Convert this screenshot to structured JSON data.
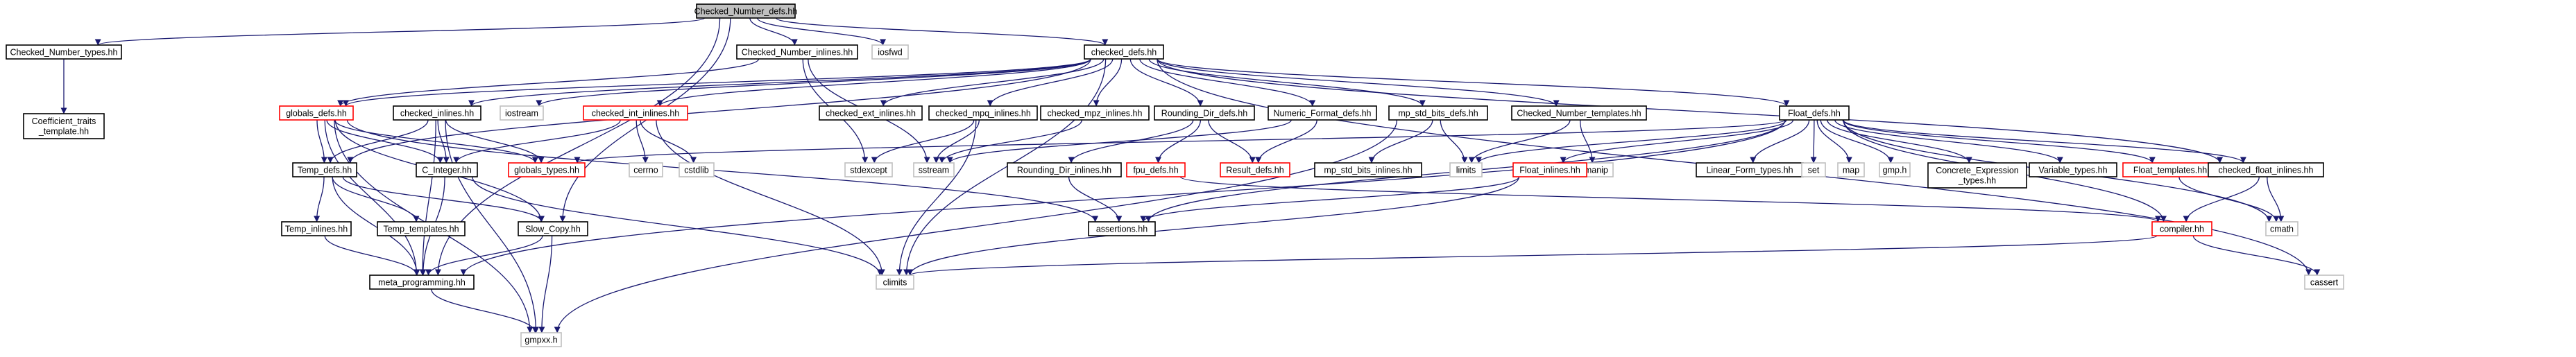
{
  "graph": {
    "edge_color": "#191970",
    "styles": {
      "root": {
        "fill": "#bfbfbf",
        "stroke": "#000000"
      },
      "doc": {
        "fill": "#ffffff",
        "stroke": "#000000"
      },
      "undoc": {
        "fill": "#ffffff",
        "stroke": "#ff0000"
      },
      "sys": {
        "fill": "#ffffff",
        "stroke": "#bfbfbf"
      }
    },
    "nodes": [
      {
        "id": "checked_number_defs",
        "label": "Checked_Number_defs.hh",
        "style": "root"
      },
      {
        "id": "checked_number_types",
        "label": "Checked_Number_types.hh",
        "style": "doc"
      },
      {
        "id": "coefficient_traits_template",
        "label": "Coefficient_traits\n_template.hh",
        "style": "doc"
      },
      {
        "id": "checked_number_inlines",
        "label": "Checked_Number_inlines.hh",
        "style": "doc"
      },
      {
        "id": "iosfwd",
        "label": "iosfwd",
        "style": "sys"
      },
      {
        "id": "checked_defs",
        "label": "checked_defs.hh",
        "style": "doc"
      },
      {
        "id": "globals_defs",
        "label": "globals_defs.hh",
        "style": "undoc"
      },
      {
        "id": "checked_inlines",
        "label": "checked_inlines.hh",
        "style": "doc"
      },
      {
        "id": "iostream",
        "label": "iostream",
        "style": "sys"
      },
      {
        "id": "checked_int_inlines",
        "label": "checked_int_inlines.hh",
        "style": "undoc"
      },
      {
        "id": "checked_ext_inlines",
        "label": "checked_ext_inlines.hh",
        "style": "doc"
      },
      {
        "id": "checked_mpq_inlines",
        "label": "checked_mpq_inlines.hh",
        "style": "doc"
      },
      {
        "id": "checked_mpz_inlines",
        "label": "checked_mpz_inlines.hh",
        "style": "doc"
      },
      {
        "id": "rounding_dir_defs",
        "label": "Rounding_Dir_defs.hh",
        "style": "doc"
      },
      {
        "id": "numeric_format_defs",
        "label": "Numeric_Format_defs.hh",
        "style": "doc"
      },
      {
        "id": "mp_std_bits_defs",
        "label": "mp_std_bits_defs.hh",
        "style": "doc"
      },
      {
        "id": "checked_number_templates",
        "label": "Checked_Number_templates.hh",
        "style": "doc"
      },
      {
        "id": "float_defs",
        "label": "Float_defs.hh",
        "style": "doc"
      },
      {
        "id": "temp_defs",
        "label": "Temp_defs.hh",
        "style": "doc"
      },
      {
        "id": "c_integer",
        "label": "C_Integer.hh",
        "style": "doc"
      },
      {
        "id": "globals_types",
        "label": "globals_types.hh",
        "style": "undoc"
      },
      {
        "id": "errno",
        "label": "cerrno",
        "style": "sys"
      },
      {
        "id": "cstdlib",
        "label": "cstdlib",
        "style": "sys"
      },
      {
        "id": "stdexcept",
        "label": "stdexcept",
        "style": "sys"
      },
      {
        "id": "sstream",
        "label": "sstream",
        "style": "sys"
      },
      {
        "id": "rounding_dir_inlines",
        "label": "Rounding_Dir_inlines.hh",
        "style": "doc"
      },
      {
        "id": "fpu_defs",
        "label": "fpu_defs.hh",
        "style": "undoc"
      },
      {
        "id": "result_defs",
        "label": "Result_defs.hh",
        "style": "undoc"
      },
      {
        "id": "mp_std_bits_inlines",
        "label": "mp_std_bits_inlines.hh",
        "style": "doc"
      },
      {
        "id": "limits",
        "label": "limits",
        "style": "sys"
      },
      {
        "id": "iomanip",
        "label": "iomanip",
        "style": "sys"
      },
      {
        "id": "float_inlines",
        "label": "Float_inlines.hh",
        "style": "undoc"
      },
      {
        "id": "linear_form_types",
        "label": "Linear_Form_types.hh",
        "style": "doc"
      },
      {
        "id": "set",
        "label": "set",
        "style": "sys"
      },
      {
        "id": "map",
        "label": "map",
        "style": "sys"
      },
      {
        "id": "gmp_h",
        "label": "gmp.h",
        "style": "sys"
      },
      {
        "id": "concrete_expression_types",
        "label": "Concrete_Expression\n_types.hh",
        "style": "doc"
      },
      {
        "id": "variable_types",
        "label": "Variable_types.hh",
        "style": "doc"
      },
      {
        "id": "float_templates",
        "label": "Float_templates.hh",
        "style": "undoc"
      },
      {
        "id": "checked_float_inlines",
        "label": "checked_float_inlines.hh",
        "style": "doc"
      },
      {
        "id": "temp_inlines",
        "label": "Temp_inlines.hh",
        "style": "doc"
      },
      {
        "id": "temp_templates",
        "label": "Temp_templates.hh",
        "style": "doc"
      },
      {
        "id": "slow_copy",
        "label": "Slow_Copy.hh",
        "style": "doc"
      },
      {
        "id": "assertions",
        "label": "assertions.hh",
        "style": "doc"
      },
      {
        "id": "compiler",
        "label": "compiler.hh",
        "style": "undoc"
      },
      {
        "id": "cmath",
        "label": "cmath",
        "style": "sys"
      },
      {
        "id": "meta_programming",
        "label": "meta_programming.hh",
        "style": "doc"
      },
      {
        "id": "climits",
        "label": "climits",
        "style": "sys"
      },
      {
        "id": "cassert",
        "label": "cassert",
        "style": "sys"
      },
      {
        "id": "gmpxx",
        "label": "gmpxx.h",
        "style": "sys"
      }
    ],
    "edges": [
      [
        "checked_number_defs",
        "checked_number_types"
      ],
      [
        "checked_number_defs",
        "checked_number_inlines"
      ],
      [
        "checked_number_defs",
        "iosfwd"
      ],
      [
        "checked_number_defs",
        "checked_defs"
      ],
      [
        "checked_number_defs",
        "slow_copy"
      ],
      [
        "checked_number_defs",
        "meta_programming"
      ],
      [
        "checked_number_types",
        "coefficient_traits_template"
      ],
      [
        "checked_number_inlines",
        "globals_defs"
      ],
      [
        "checked_number_inlines",
        "stdexcept"
      ],
      [
        "checked_number_inlines",
        "sstream"
      ],
      [
        "checked_defs",
        "globals_defs"
      ],
      [
        "checked_defs",
        "checked_inlines"
      ],
      [
        "checked_defs",
        "iostream"
      ],
      [
        "checked_defs",
        "checked_int_inlines"
      ],
      [
        "checked_defs",
        "checked_ext_inlines"
      ],
      [
        "checked_defs",
        "checked_mpq_inlines"
      ],
      [
        "checked_defs",
        "checked_mpz_inlines"
      ],
      [
        "checked_defs",
        "rounding_dir_defs"
      ],
      [
        "checked_defs",
        "numeric_format_defs"
      ],
      [
        "checked_defs",
        "mp_std_bits_defs"
      ],
      [
        "checked_defs",
        "checked_number_templates"
      ],
      [
        "checked_defs",
        "float_defs"
      ],
      [
        "checked_defs",
        "temp_defs"
      ],
      [
        "checked_defs",
        "checked_float_inlines"
      ],
      [
        "checked_defs",
        "cassert"
      ],
      [
        "checked_defs",
        "climits"
      ],
      [
        "globals_defs",
        "globals_types"
      ],
      [
        "globals_defs",
        "c_integer"
      ],
      [
        "globals_defs",
        "temp_defs"
      ],
      [
        "globals_defs",
        "slow_copy"
      ],
      [
        "globals_defs",
        "meta_programming"
      ],
      [
        "globals_defs",
        "gmpxx"
      ],
      [
        "globals_defs",
        "assertions"
      ],
      [
        "checked_inlines",
        "globals_types"
      ],
      [
        "checked_inlines",
        "c_integer"
      ],
      [
        "checked_inlines",
        "temp_defs"
      ],
      [
        "checked_inlines",
        "meta_programming"
      ],
      [
        "checked_inlines",
        "gmpxx"
      ],
      [
        "checked_int_inlines",
        "c_integer"
      ],
      [
        "checked_int_inlines",
        "errno"
      ],
      [
        "checked_int_inlines",
        "cstdlib"
      ],
      [
        "checked_int_inlines",
        "climits"
      ],
      [
        "checked_mpq_inlines",
        "stdexcept"
      ],
      [
        "checked_mpq_inlines",
        "sstream"
      ],
      [
        "checked_mpq_inlines",
        "climits"
      ],
      [
        "checked_mpz_inlines",
        "sstream"
      ],
      [
        "rounding_dir_defs",
        "rounding_dir_inlines"
      ],
      [
        "rounding_dir_defs",
        "fpu_defs"
      ],
      [
        "rounding_dir_defs",
        "result_defs"
      ],
      [
        "numeric_format_defs",
        "sstream"
      ],
      [
        "numeric_format_defs",
        "result_defs"
      ],
      [
        "mp_std_bits_defs",
        "mp_std_bits_inlines"
      ],
      [
        "mp_std_bits_defs",
        "limits"
      ],
      [
        "mp_std_bits_defs",
        "gmpxx"
      ],
      [
        "checked_number_templates",
        "iomanip"
      ],
      [
        "checked_number_templates",
        "limits"
      ],
      [
        "float_defs",
        "globals_types"
      ],
      [
        "float_defs",
        "meta_programming"
      ],
      [
        "float_defs",
        "assertions"
      ],
      [
        "float_defs",
        "float_inlines"
      ],
      [
        "float_defs",
        "linear_form_types"
      ],
      [
        "float_defs",
        "set"
      ],
      [
        "float_defs",
        "map"
      ],
      [
        "float_defs",
        "gmp_h"
      ],
      [
        "float_defs",
        "concrete_expression_types"
      ],
      [
        "float_defs",
        "variable_types"
      ],
      [
        "float_defs",
        "float_templates"
      ],
      [
        "float_defs",
        "checked_float_inlines"
      ],
      [
        "float_defs",
        "compiler"
      ],
      [
        "float_defs",
        "cmath"
      ],
      [
        "float_defs",
        "limits"
      ],
      [
        "temp_defs",
        "temp_inlines"
      ],
      [
        "temp_defs",
        "temp_templates"
      ],
      [
        "temp_defs",
        "slow_copy"
      ],
      [
        "temp_defs",
        "meta_programming"
      ],
      [
        "c_integer",
        "meta_programming"
      ],
      [
        "c_integer",
        "climits"
      ],
      [
        "rounding_dir_inlines",
        "assertions"
      ],
      [
        "fpu_defs",
        "compiler"
      ],
      [
        "float_inlines",
        "assertions"
      ],
      [
        "float_inlines",
        "climits"
      ],
      [
        "float_templates",
        "cmath"
      ],
      [
        "checked_float_inlines",
        "compiler"
      ],
      [
        "checked_float_inlines",
        "cmath"
      ],
      [
        "temp_inlines",
        "meta_programming"
      ],
      [
        "slow_copy",
        "meta_programming"
      ],
      [
        "slow_copy",
        "gmpxx"
      ],
      [
        "meta_programming",
        "gmpxx"
      ],
      [
        "compiler",
        "climits"
      ],
      [
        "compiler",
        "cassert"
      ]
    ]
  }
}
